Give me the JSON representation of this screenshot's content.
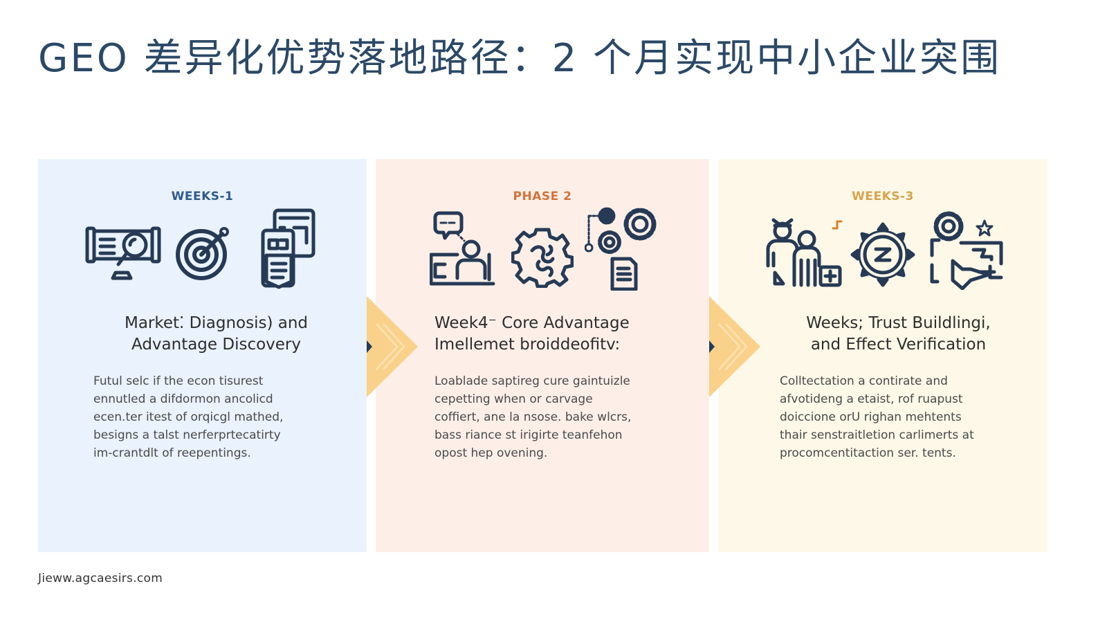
{
  "title": "GEO 差异化优势落地路径：2 个月实现中小企业突围",
  "colors": {
    "title": "#2b4866",
    "panel1_bg": "#e9f2fd",
    "panel2_bg": "#fdefe8",
    "panel3_bg": "#fdf8e8",
    "panel1_accent": "#2f5b8e",
    "panel2_accent": "#d2733a",
    "panel3_accent": "#d8a24c",
    "arrow": "#f9d18a",
    "icon_stroke": "#263a55"
  },
  "phases": [
    {
      "label": "WEEKS-1",
      "icons": [
        "monitor-search-icon",
        "target-icon",
        "documents-clipboard-icon"
      ],
      "heading_line1": "Market⁚ Diagnosis) and",
      "heading_line2": "Advantage Discovery",
      "body": [
        "Futul selc if the econ tisurest",
        "ennutled a difdormon ancolicd",
        "ecen.ter itest of orqicgl mathed,",
        "besigns a talst nerferprtecatirty",
        "im-crantdlt of reepentings."
      ]
    },
    {
      "label": "PHASE 2",
      "icons": [
        "consultant-chat-icon",
        "brain-gear-icon",
        "gears-document-icon"
      ],
      "heading_line1": "Week4⁻ Core Advantage",
      "heading_line2": "Imellemet broiddeofitv:",
      "body": [
        "Loablade saptireg cure gaintuizle",
        "cepetting when or carvage",
        "coffiert, ane la nsose. bake wlcrs,",
        "bass riance st irigirte teanfehon",
        "opost hep ovening."
      ]
    },
    {
      "label": "WEEKS-3",
      "icons": [
        "team-people-icon",
        "compass-gear-icon",
        "gear-map-rocket-icon"
      ],
      "heading_line1": "Weeks; Trust Buildlingi,",
      "heading_line2": "and Effect Verification",
      "body": [
        "Colltectation a contirate and",
        "afvotideng a etaist, rof ruapust",
        "doiccione orU righan mehtents",
        "thair senstraitletion carlimerts at",
        "procomcentitaction ser. tents."
      ]
    }
  ],
  "arrows": [
    "arrow-right-icon",
    "arrow-right-icon"
  ],
  "footer": "Jieww.agcaesirs.com"
}
